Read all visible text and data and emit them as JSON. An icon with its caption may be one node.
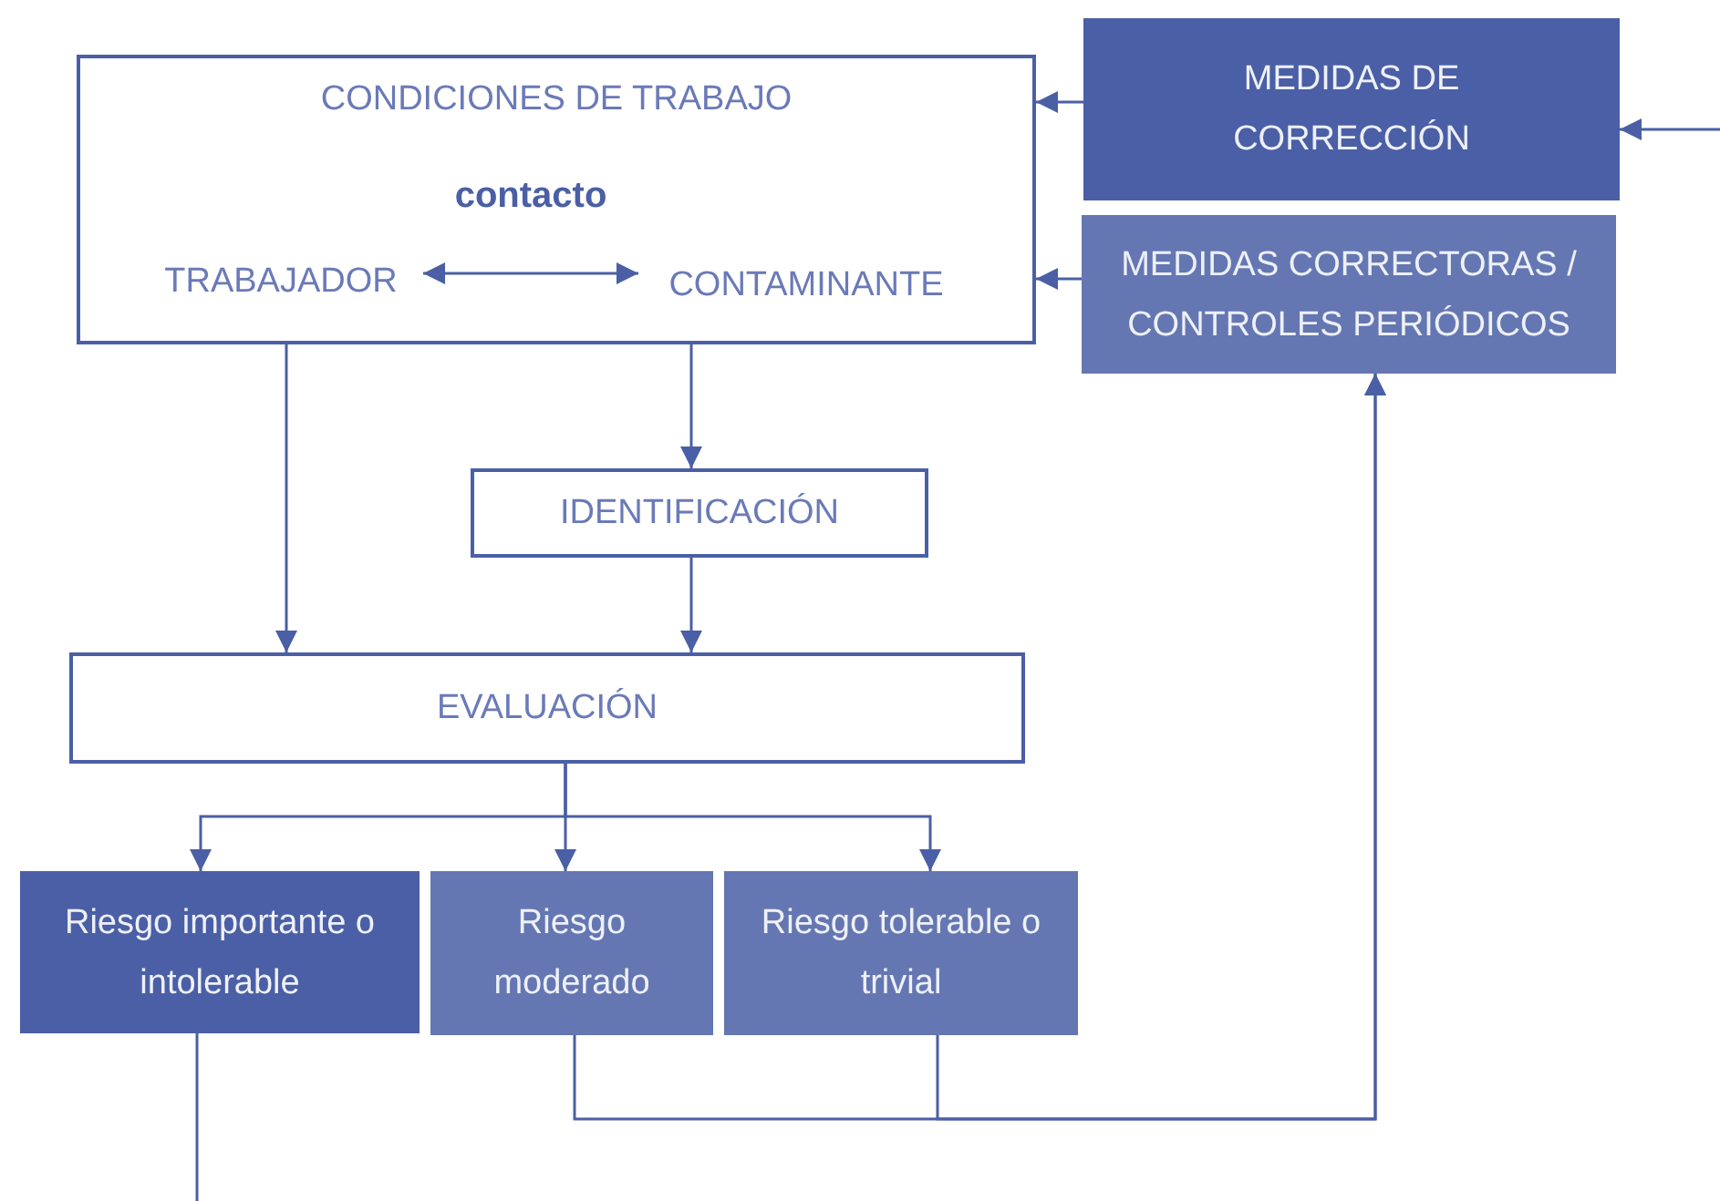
{
  "diagram": {
    "nodes": [
      {
        "text": [
          "CONDICIONES DE TRABAJO"
        ]
      },
      {
        "text": [
          "TRABAJADOR"
        ],
        "in": 0
      },
      {
        "text": [
          "CONTAMINANTE"
        ],
        "in": 0
      },
      {
        "text": [
          "MEDIDAS DE CORRECCIÓN"
        ]
      },
      {
        "text": [
          "MEDIDAS CORRECTORAS / CONTROLES PERIÓDICOS"
        ]
      },
      {
        "text": [
          "IDENTIFICACIÓN"
        ]
      },
      {
        "text": [
          "EVALUACIÓN"
        ]
      },
      {
        "text": [
          "Riesgo importante o intolerable"
        ]
      },
      {
        "text": [
          "Riesgo moderado"
        ]
      },
      {
        "text": [
          "Riesgo tolerable o trivial"
        ]
      }
    ],
    "edges": [
      {
        "from": 1,
        "to": 2,
        "arrow": "both",
        "label": "contacto"
      },
      {
        "from": 3,
        "to": 0,
        "arrow": "to"
      },
      {
        "from": 4,
        "to": 0,
        "arrow": "to"
      },
      {
        "from": null,
        "to": 3,
        "arrow": "to"
      },
      {
        "from": 0,
        "to": 5,
        "arrow": "to"
      },
      {
        "from": 0,
        "to": 6,
        "arrow": "to"
      },
      {
        "from": 5,
        "to": 6,
        "arrow": "to"
      },
      {
        "from": 6,
        "to": 7,
        "arrow": "to"
      },
      {
        "from": 6,
        "to": 8,
        "arrow": "to"
      },
      {
        "from": 6,
        "to": 9,
        "arrow": "to"
      },
      {
        "from": 8,
        "to": 4,
        "arrow": "to"
      },
      {
        "from": 9,
        "to": 4,
        "arrow": "to"
      },
      {
        "from": 7,
        "to": null,
        "arrow": "none"
      }
    ]
  }
}
